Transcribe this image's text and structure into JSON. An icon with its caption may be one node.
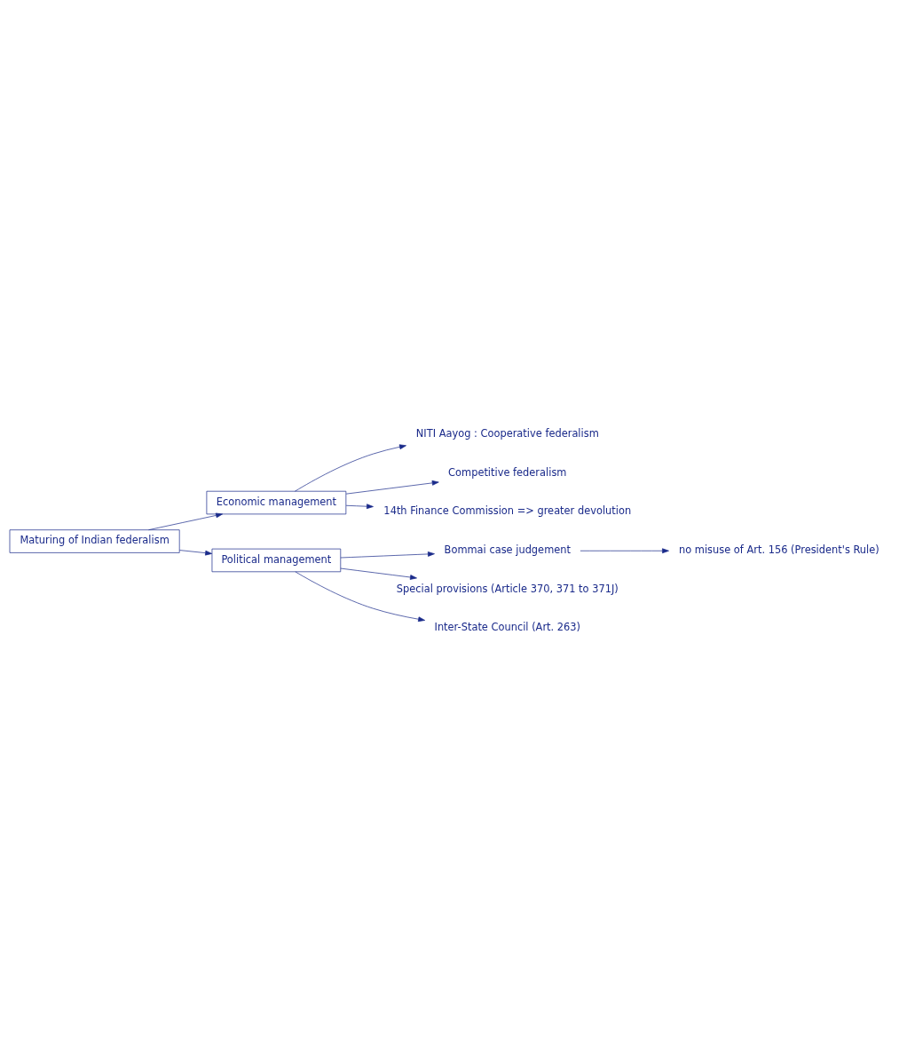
{
  "diagram": {
    "nodes": [
      {
        "text": [
          "Maturing of Indian federalism"
        ]
      },
      {
        "text": [
          "Economic management"
        ]
      },
      {
        "text": [
          "NITI Aayog : Cooperative federalism"
        ]
      },
      {
        "text": [
          "Competitive federalism"
        ]
      },
      {
        "text": [
          "14th Finance Commission => greater devolution"
        ]
      },
      {
        "text": [
          "Political management"
        ]
      },
      {
        "text": [
          "Bommai case judgement"
        ]
      },
      {
        "text": [
          "no misuse of Art. 156 (President's Rule)"
        ]
      },
      {
        "text": [
          "Special provisions (Article 370, 371 to 371J)"
        ]
      },
      {
        "text": [
          "Inter-State Council (Art. 263)"
        ]
      }
    ],
    "edges": [
      {
        "from": 0,
        "to": 1,
        "arrow": "to"
      },
      {
        "from": 0,
        "to": 5,
        "arrow": "to"
      },
      {
        "from": 1,
        "to": 2,
        "arrow": "to"
      },
      {
        "from": 1,
        "to": 3,
        "arrow": "to"
      },
      {
        "from": 1,
        "to": 4,
        "arrow": "to"
      },
      {
        "from": 5,
        "to": 6,
        "arrow": "to"
      },
      {
        "from": 6,
        "to": 7,
        "arrow": "to"
      },
      {
        "from": 5,
        "to": 8,
        "arrow": "to"
      },
      {
        "from": 5,
        "to": 9,
        "arrow": "to"
      }
    ]
  }
}
